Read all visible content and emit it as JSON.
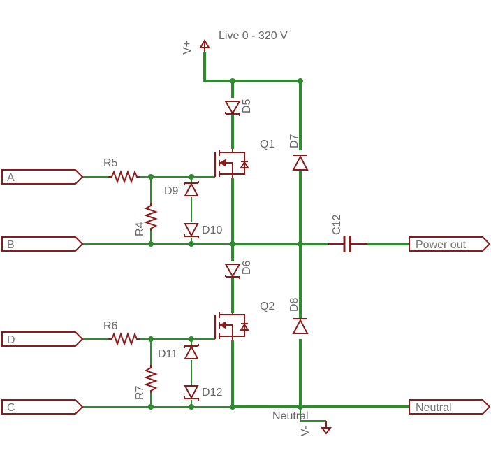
{
  "supply": {
    "top_label": "Live 0 - 320 V",
    "top_symbol": "V+",
    "bottom_label": "Neutral",
    "bottom_symbol": "V-"
  },
  "inputs": [
    {
      "label": "A"
    },
    {
      "label": "B"
    },
    {
      "label": "D"
    },
    {
      "label": "C"
    }
  ],
  "outputs": [
    {
      "label": "Power out"
    },
    {
      "label": "Neutral"
    }
  ],
  "components": {
    "R5": "R5",
    "R4": "R4",
    "R6": "R6",
    "R7": "R7",
    "D5": "D5",
    "D6": "D6",
    "D7": "D7",
    "D8": "D8",
    "D9": "D9",
    "D10": "D10",
    "D11": "D11",
    "D12": "D12",
    "Q1": "Q1",
    "Q2": "Q2",
    "C12": "C12"
  },
  "colors": {
    "wire": "#2e8b2e",
    "part": "#8b1a1a",
    "text": "#666666"
  }
}
